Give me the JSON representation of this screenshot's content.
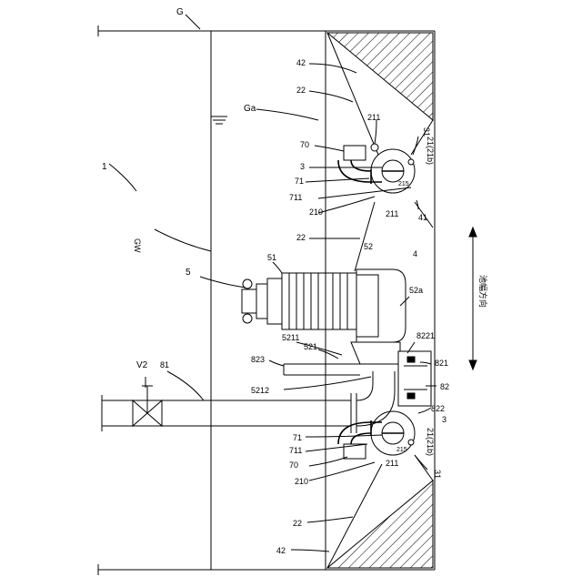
{
  "labels": {
    "G": "G",
    "ref_1": "1",
    "42_top": "42",
    "22_top": "22",
    "Ga": "Ga",
    "211_a": "211",
    "31_top": "31",
    "21b_top": "21(21b)",
    "70_top": "70",
    "3_top": "3",
    "71_top": "71",
    "215_top": "215",
    "711_top": "711",
    "210_top": "210",
    "211_b": "211",
    "41": "41",
    "GW": "GW",
    "22_mid": "22",
    "52": "52",
    "4": "4",
    "51": "51",
    "5": "5",
    "52a": "52a",
    "width_dir": "池幅方向",
    "5211": "5211",
    "521": "521",
    "8221": "8221",
    "823": "823",
    "821": "821",
    "5212": "5212",
    "82": "82",
    "V2": "V2",
    "81": "81",
    "822": "822",
    "3_bot": "3",
    "71_bot": "71",
    "21b_bot": "21(21b)",
    "711_bot": "711",
    "215_bot": "215",
    "70_bot": "70",
    "211_c": "211",
    "210_bot": "210",
    "31_bot": "31",
    "22_bot": "22",
    "42_bot": "42"
  }
}
